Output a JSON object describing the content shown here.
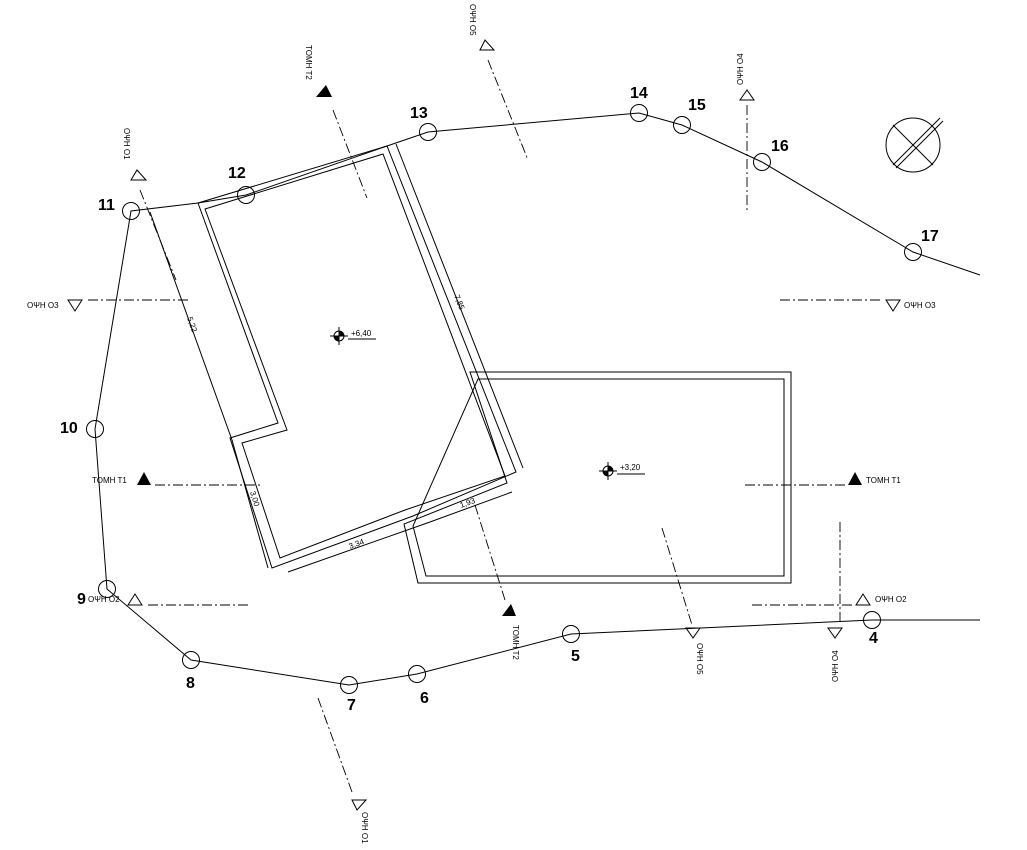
{
  "points": [
    {
      "id": "p4",
      "label": "4"
    },
    {
      "id": "p5",
      "label": "5"
    },
    {
      "id": "p6",
      "label": "6"
    },
    {
      "id": "p7",
      "label": "7"
    },
    {
      "id": "p8",
      "label": "8"
    },
    {
      "id": "p9",
      "label": "9"
    },
    {
      "id": "p10",
      "label": "10"
    },
    {
      "id": "p11",
      "label": "11"
    },
    {
      "id": "p12",
      "label": "12"
    },
    {
      "id": "p13",
      "label": "13"
    },
    {
      "id": "p14",
      "label": "14"
    },
    {
      "id": "p15",
      "label": "15"
    },
    {
      "id": "p16",
      "label": "16"
    },
    {
      "id": "p17",
      "label": "17"
    }
  ],
  "sections": {
    "t1": "ΤΟΜΗ Τ1",
    "t2": "ΤΟΜΗ Τ2"
  },
  "views": {
    "o1": "ΟΨΗ Ο1",
    "o2": "ΟΨΗ Ο2",
    "o3": "ΟΨΗ Ο3",
    "o4": "ΟΨΗ Ο4",
    "o5": "ΟΨΗ Ο5"
  },
  "levels": {
    "upper": "+6,40",
    "lower": "+3,20"
  },
  "dimensions": {
    "d522": "5,22",
    "d785": "7,85",
    "d300": "3,00",
    "d334": "3,34",
    "d193": "1,93"
  }
}
